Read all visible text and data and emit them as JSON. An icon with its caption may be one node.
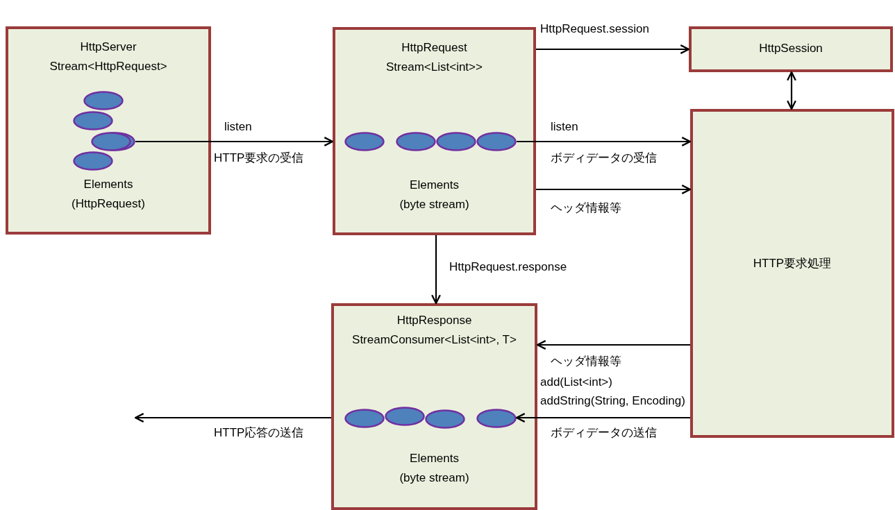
{
  "diagram": {
    "nodes": [
      {
        "text": [
          "HttpServer Stream<HttpRequest>",
          "Elements (HttpRequest)"
        ]
      },
      {
        "text": [],
        "shape": "ellipse",
        "in": 0
      },
      {
        "text": [],
        "shape": "ellipse",
        "in": 0
      },
      {
        "text": [],
        "shape": "ellipse",
        "in": 0
      },
      {
        "text": [],
        "shape": "ellipse",
        "in": 0
      },
      {
        "text": [
          "HttpRequest Stream<List<int>>",
          "Elements (byte stream)"
        ]
      },
      {
        "text": [],
        "shape": "ellipse",
        "in": 5
      },
      {
        "text": [],
        "shape": "ellipse",
        "in": 5
      },
      {
        "text": [],
        "shape": "ellipse",
        "in": 5
      },
      {
        "text": [],
        "shape": "ellipse",
        "in": 5
      },
      {
        "text": [
          "HttpSession"
        ]
      },
      {
        "text": [
          "HTTP要求処理"
        ]
      },
      {
        "text": [
          "HttpResponse StreamConsumer<List<int>, T>",
          "Elements (byte stream)"
        ]
      },
      {
        "text": [],
        "shape": "ellipse",
        "in": 12
      },
      {
        "text": [],
        "shape": "ellipse",
        "in": 12
      },
      {
        "text": [],
        "shape": "ellipse",
        "in": 12
      },
      {
        "text": [],
        "shape": "ellipse",
        "in": 12
      }
    ],
    "edges": [
      {
        "from": 3,
        "to": 5,
        "arrow": "to",
        "label": "listen"
      },
      {
        "from": 5,
        "to": 10,
        "arrow": "to",
        "label": "HttpRequest.session"
      },
      {
        "from": 10,
        "to": 11,
        "arrow": "both"
      },
      {
        "from": 9,
        "to": 11,
        "arrow": "to",
        "label": "listen"
      },
      {
        "from": 5,
        "to": 11,
        "arrow": "to",
        "label": "ヘッダ情報等"
      },
      {
        "from": 5,
        "to": 12,
        "arrow": "to",
        "label": "HttpRequest.response"
      },
      {
        "from": 11,
        "to": 12,
        "arrow": "to",
        "label": "ヘッダ情報等"
      },
      {
        "from": 11,
        "to": 16,
        "arrow": "to",
        "label": "ボディデータの送信"
      },
      {
        "from": 12,
        "to": null,
        "arrow": "to",
        "label": "HTTP応答の送信"
      }
    ],
    "labels": [
      "HTTP要求の受信",
      "ボディデータの受信",
      "add(List<int>)",
      "addString(String, Encoding)"
    ]
  }
}
